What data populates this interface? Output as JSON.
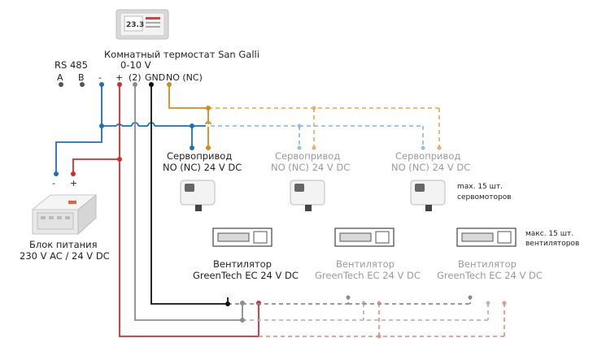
{
  "thermostat": {
    "title": "Комнатный термостат San Galli",
    "display": "23.3",
    "rs485_label": "RS 485",
    "analog_label": "0-10 V",
    "terminals": [
      "A",
      "B",
      "-",
      "+",
      "(2)",
      "GND",
      "NO (NC)"
    ]
  },
  "power_supply": {
    "label_line1": "Блок питания",
    "label_line2": "230 V AC / 24 V DC",
    "minus": "-",
    "plus": "+"
  },
  "actuators": [
    {
      "line1": "Сервопривод",
      "line2": "NO (NC) 24 V DC",
      "active": true
    },
    {
      "line1": "Сервопривод",
      "line2": "NO (NC) 24 V DC",
      "active": false
    },
    {
      "line1": "Сервопривод",
      "line2": "NO (NC) 24 V DC",
      "active": false
    }
  ],
  "actuator_note": {
    "line1": "max. 15 шт.",
    "line2": "сервомоторов"
  },
  "fans": [
    {
      "line1": "Вентилятор",
      "line2": "GreenTech EC 24 V DC",
      "active": true
    },
    {
      "line1": "Вентилятор",
      "line2": "GreenTech EC 24 V DC",
      "active": false
    },
    {
      "line1": "Вентилятор",
      "line2": "GreenTech EC 24 V DC",
      "active": false
    }
  ],
  "fan_note": {
    "line1": "макс. 15 шт.",
    "line2": "вентиляторов"
  },
  "colors": {
    "blue": "#1e6fb3",
    "red": "#d62b2b",
    "gray": "#8d8d8d",
    "black": "#111111",
    "orange": "#d48a1e",
    "light_blue": "#9bbcdc",
    "light_orange": "#e6b067",
    "light_red": "#e89888",
    "light_gray": "#b8b8b8"
  }
}
